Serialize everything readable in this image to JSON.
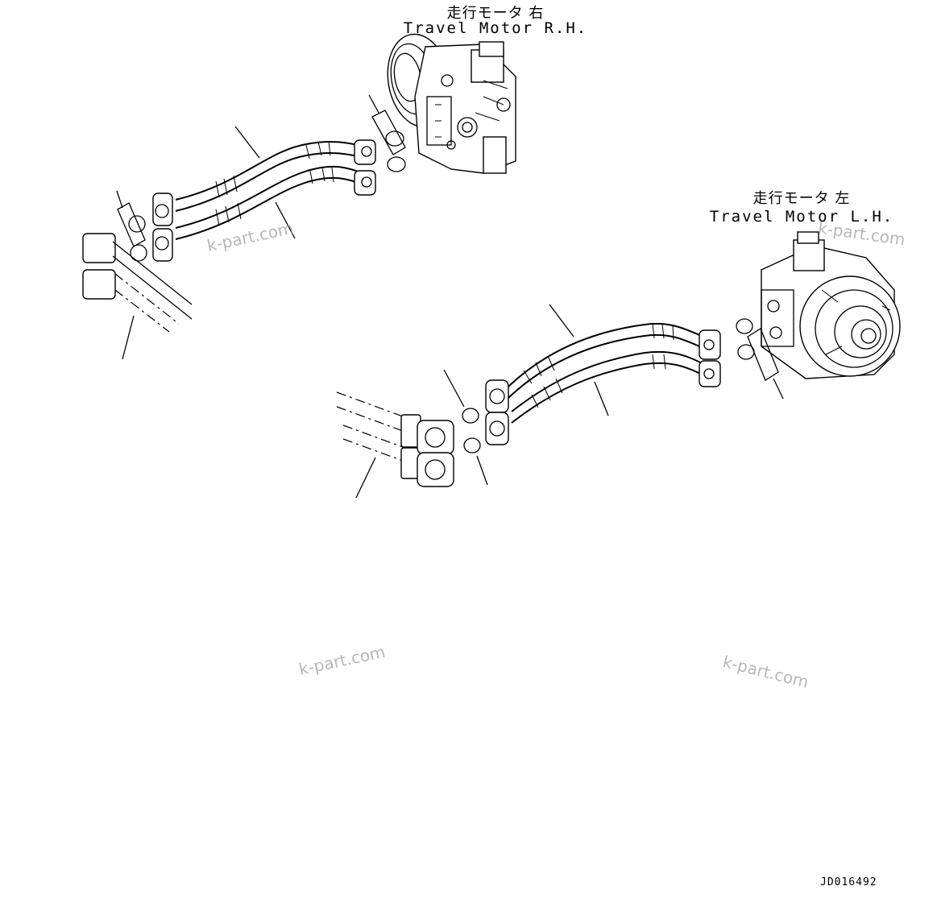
{
  "labels": {
    "rh_jp": "走行モータ 右",
    "rh_en": "Travel Motor R.H.",
    "lh_jp": "走行モータ 左",
    "lh_en": "Travel Motor L.H."
  },
  "watermarks": [
    "k-part.com",
    "k-part.com",
    "k-part.com",
    "k-part.com"
  ],
  "drawing_code": "JD016492",
  "icons": [
    "travel-motor-rh-icon",
    "travel-motor-lh-icon",
    "hose-icon",
    "o-ring-icon",
    "flange-icon",
    "swivel-joint-icon"
  ]
}
